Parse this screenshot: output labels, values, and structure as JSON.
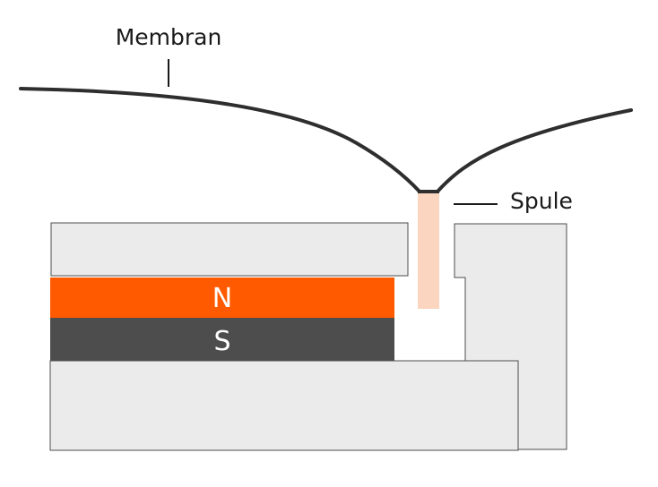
{
  "labels": {
    "membrane": "Membran",
    "coil": "Spule",
    "north": "N",
    "south": "S"
  },
  "colors": {
    "background": "#ffffff",
    "pole_piece": "#ebebeb",
    "outline": "#4d4d4d",
    "magnet_north": "#ff5a00",
    "magnet_south": "#4d4d4d",
    "coil": "#fcd5c1",
    "membrane": "#2e2e2e",
    "label_text": "#1a1a1a",
    "pole_text": "#ffffff"
  }
}
